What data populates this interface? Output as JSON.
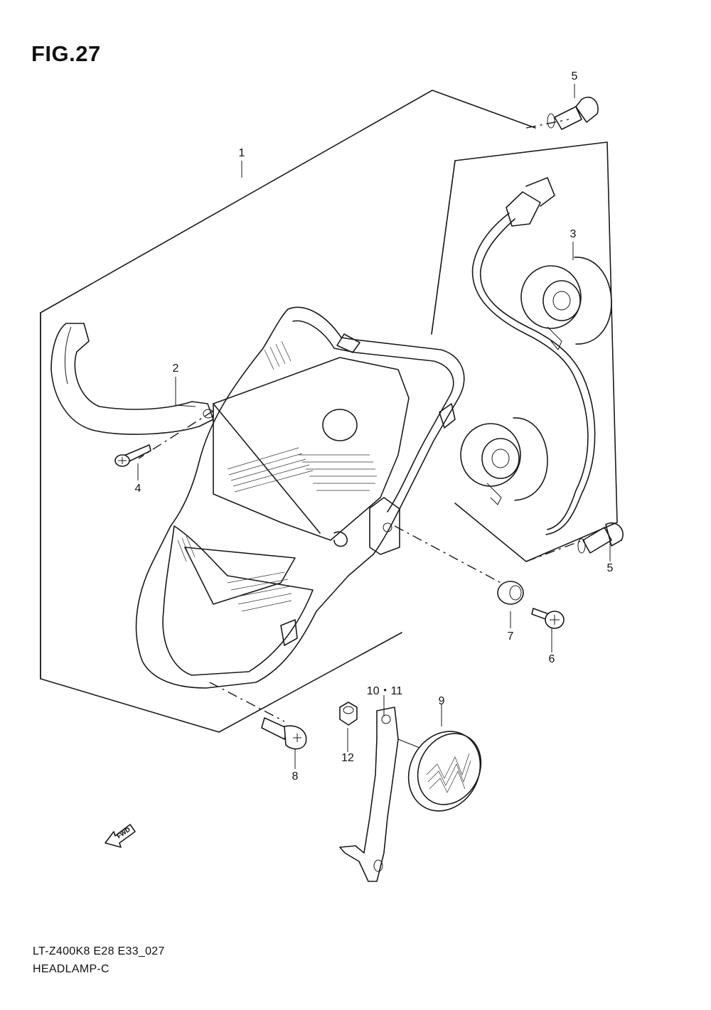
{
  "figure": {
    "title": "FIG.27"
  },
  "callouts": {
    "c1": "1",
    "c2": "2",
    "c3": "3",
    "c4": "4",
    "c5_top": "5",
    "c5_right": "5",
    "c6": "6",
    "c7": "7",
    "c8": "8",
    "c9": "9",
    "c10_11": "10・11",
    "c12": "12"
  },
  "fwd_label": "FWD",
  "footer": {
    "model_code": "LT-Z400K8 E28 E33_027",
    "section_name": "HEADLAMP-C"
  }
}
